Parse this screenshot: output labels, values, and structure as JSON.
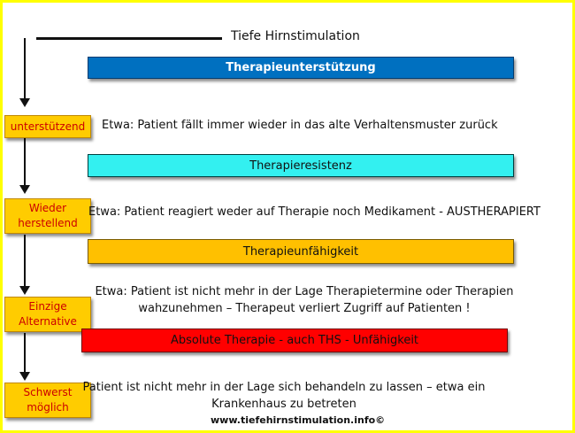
{
  "title": "Tiefe Hirnstimulation",
  "bars": [
    {
      "label": "Therapieunterstützung",
      "color": "#0070c0"
    },
    {
      "label": "Therapieresistenz",
      "color": "#33f0f0"
    },
    {
      "label": "Therapieunfähigkeit",
      "color": "#ffc000"
    },
    {
      "label": "Absolute Therapie  - auch THS - Unfähigkeit",
      "color": "#ff0000"
    }
  ],
  "stages": [
    {
      "lines": [
        "unterstützend"
      ]
    },
    {
      "lines": [
        "Wieder",
        "herstellend"
      ]
    },
    {
      "lines": [
        "Einzige",
        "Alternative"
      ]
    },
    {
      "lines": [
        "Schwerst",
        "möglich"
      ]
    }
  ],
  "descriptions": [
    {
      "lines": [
        "Etwa: Patient fällt immer wieder in  das alte Verhaltensmuster zurück"
      ]
    },
    {
      "lines": [
        "Etwa: Patient reagiert weder auf Therapie  noch Medikament - AUSTHERAPIERT"
      ]
    },
    {
      "lines": [
        "Etwa: Patient ist nicht mehr in der Lage Therapietermine  oder Therapien",
        "wahzunehmen – Therapeut verliert Zugriff auf Patienten !"
      ]
    },
    {
      "lines": [
        "Patient ist nicht mehr in der Lage sich behandeln zu lassen – etwa ein",
        "Krankenhaus zu betreten"
      ]
    }
  ],
  "footer": "www.tiefehirnstimulation.info©",
  "colors": {
    "frame": "#ffff00",
    "stage_box": "#ffcc00",
    "stage_text": "#cc0000"
  }
}
